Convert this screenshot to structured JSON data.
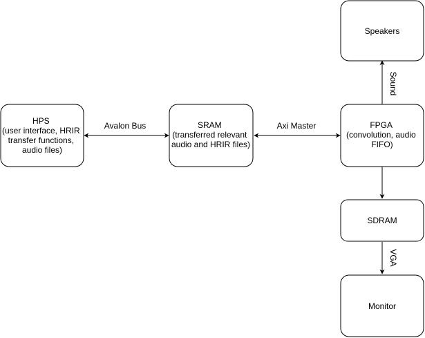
{
  "diagram": {
    "nodes": {
      "hps": {
        "lines": [
          "HPS",
          "(user interface, HRIR",
          "transfer functions,",
          "audio files)"
        ]
      },
      "sram": {
        "lines": [
          "SRAM",
          "(transferred relevant",
          "audio and HRIR files)"
        ]
      },
      "fpga": {
        "lines": [
          "FPGA",
          "(convolution, audio",
          "FIFO)"
        ]
      },
      "speakers": {
        "lines": [
          "Speakers"
        ]
      },
      "sdram": {
        "lines": [
          "SDRAM"
        ]
      },
      "monitor": {
        "lines": [
          "Monitor"
        ]
      }
    },
    "edges": {
      "avalon": {
        "label": "Avalon Bus"
      },
      "axi": {
        "label": "Axi Master"
      },
      "sound": {
        "label": "Sound"
      },
      "vga": {
        "label": "VGA"
      }
    },
    "colors": {
      "stroke": "#000000",
      "fill": "#ffffff",
      "text": "#000000"
    }
  }
}
